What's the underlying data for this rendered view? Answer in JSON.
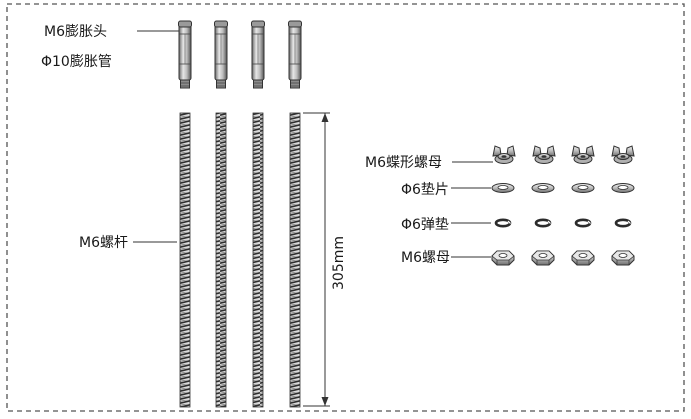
{
  "diagram": {
    "labels": {
      "m6_anchor_head": "M6膨胀头",
      "phi10_anchor_tube": "Φ10膨胀管",
      "m6_rod": "M6螺杆",
      "dimension": "305mm",
      "m6_wing_nut": "M6蝶形螺母",
      "phi6_flat_washer": "Φ6垫片",
      "phi6_spring_washer": "Φ6弹垫",
      "m6_hex_nut": "M6螺母"
    },
    "quantities": {
      "anchors": 4,
      "rods": 4,
      "wing_nuts": 4,
      "flat_washers": 4,
      "spring_washers": 4,
      "hex_nuts": 4
    },
    "colors": {
      "border": "#555555",
      "metal_dark": "#3a3a3a",
      "metal_mid": "#8a8a8a",
      "metal_light": "#d9d9d9",
      "text": "#1a1a1a"
    },
    "icons": [
      "expansion-anchor-icon",
      "threaded-rod-icon",
      "wing-nut-icon",
      "flat-washer-icon",
      "spring-washer-icon",
      "hex-nut-icon"
    ]
  }
}
